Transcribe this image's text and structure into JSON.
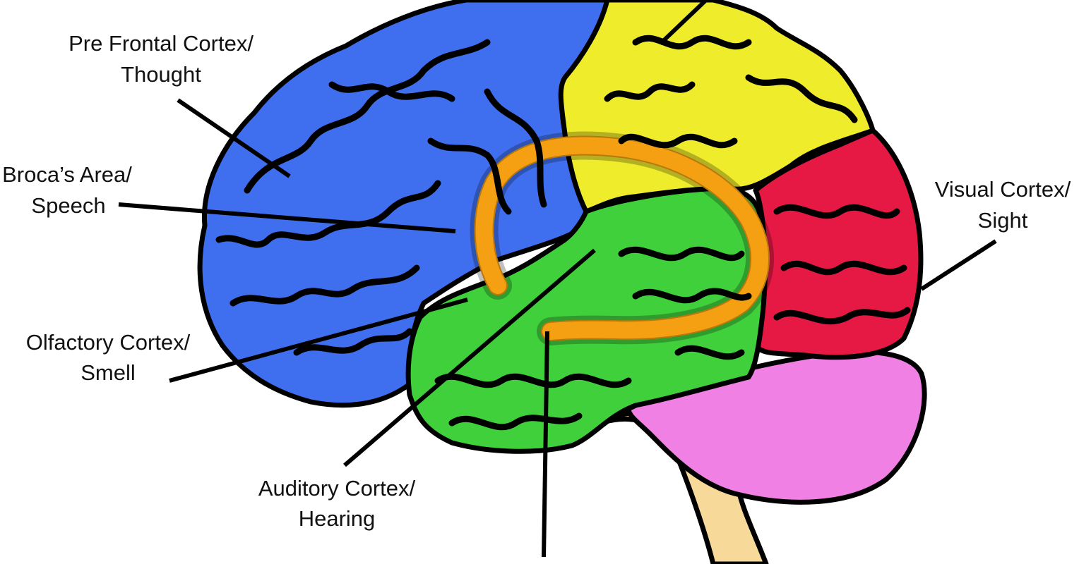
{
  "diagram": {
    "regions": [
      {
        "id": "frontal",
        "color": "#3f6fef"
      },
      {
        "id": "parietal",
        "color": "#efec2c"
      },
      {
        "id": "occipital",
        "color": "#e61944"
      },
      {
        "id": "temporal",
        "color": "#3fd03c"
      },
      {
        "id": "cerebellum",
        "color": "#f080e4"
      },
      {
        "id": "brainstem",
        "color": "#f7d999"
      },
      {
        "id": "limbic",
        "color": "#f4a012"
      }
    ],
    "labels": {
      "prefrontal": {
        "line1": "Pre Frontal Cortex/",
        "line2": "Thought"
      },
      "broca": {
        "line1": "Broca’s Area/",
        "line2": "Speech"
      },
      "olfactory": {
        "line1": "Olfactory Cortex/",
        "line2": "Smell"
      },
      "auditory": {
        "line1": "Auditory Cortex/",
        "line2": "Hearing"
      },
      "visual": {
        "line1": "Visual Cortex/",
        "line2": "Sight"
      }
    }
  }
}
